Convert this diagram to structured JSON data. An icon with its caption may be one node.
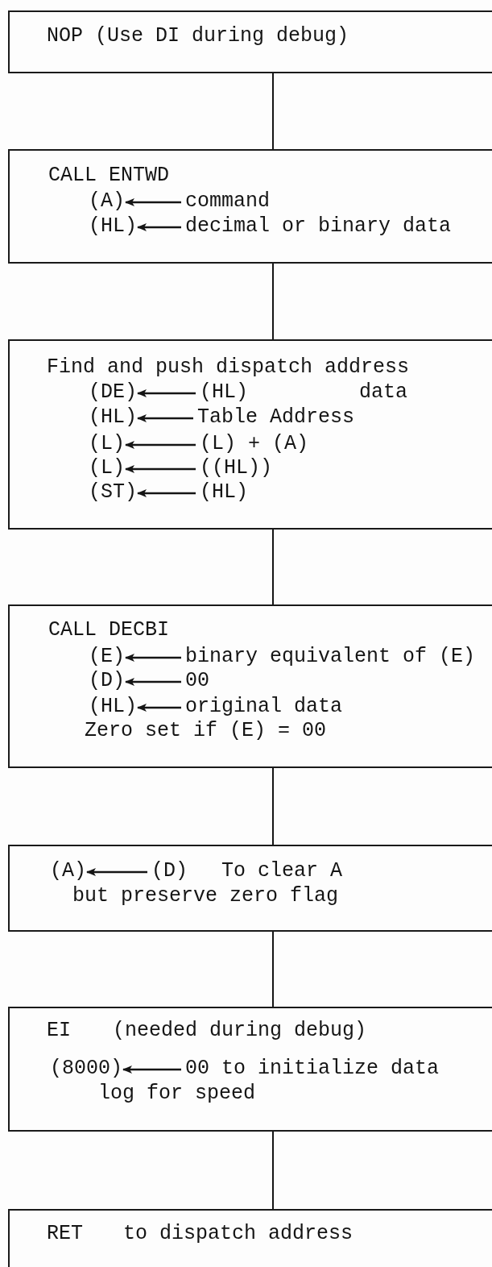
{
  "diagram": {
    "nodes": [
      {
        "text": [
          "NOP (Use DI during debug)"
        ]
      },
      {
        "text": [
          "CALL ENTWD"
        ]
      },
      {
        "text": [
          "(A)"
        ],
        "in": 1
      },
      {
        "text": [
          "command"
        ],
        "in": 1
      },
      {
        "text": [
          "(HL)"
        ],
        "in": 1
      },
      {
        "text": [
          "decimal or binary data"
        ],
        "in": 1
      },
      {
        "text": [
          "Find and push dispatch address",
          "data"
        ]
      },
      {
        "text": [
          "(DE)"
        ],
        "in": 6
      },
      {
        "text": [
          "(HL)"
        ],
        "in": 6
      },
      {
        "text": [
          "(HL)"
        ],
        "in": 6
      },
      {
        "text": [
          "Table Address"
        ],
        "in": 6
      },
      {
        "text": [
          "(L)"
        ],
        "in": 6
      },
      {
        "text": [
          "(L) + (A)"
        ],
        "in": 6
      },
      {
        "text": [
          "(L)"
        ],
        "in": 6
      },
      {
        "text": [
          "((HL))"
        ],
        "in": 6
      },
      {
        "text": [
          "(ST)"
        ],
        "in": 6
      },
      {
        "text": [
          "(HL)"
        ],
        "in": 6
      },
      {
        "text": [
          "CALL DECBI",
          "Zero set if (E) = 00"
        ]
      },
      {
        "text": [
          "(E)"
        ],
        "in": 17
      },
      {
        "text": [
          "binary equivalent of (E)"
        ],
        "in": 17
      },
      {
        "text": [
          "(D)"
        ],
        "in": 17
      },
      {
        "text": [
          "00"
        ],
        "in": 17
      },
      {
        "text": [
          "(HL)"
        ],
        "in": 17
      },
      {
        "text": [
          "original data"
        ],
        "in": 17
      },
      {
        "text": [
          "To clear A",
          "but preserve zero flag"
        ]
      },
      {
        "text": [
          "(A)"
        ],
        "in": 24
      },
      {
        "text": [
          "(D)"
        ],
        "in": 24
      },
      {
        "text": [
          "EI",
          "(needed during debug)",
          "log for speed"
        ]
      },
      {
        "text": [
          "(8000)"
        ],
        "in": 27
      },
      {
        "text": [
          "00 to initialize data"
        ],
        "in": 27
      },
      {
        "text": [
          "RET",
          "to dispatch address"
        ]
      }
    ],
    "edges": [
      {
        "from": 0,
        "to": 1,
        "arrow": "none"
      },
      {
        "from": 1,
        "to": 6,
        "arrow": "none"
      },
      {
        "from": 6,
        "to": 17,
        "arrow": "none"
      },
      {
        "from": 17,
        "to": 24,
        "arrow": "none"
      },
      {
        "from": 24,
        "to": 27,
        "arrow": "none"
      },
      {
        "from": 27,
        "to": 30,
        "arrow": "none"
      },
      {
        "from": 3,
        "to": 2,
        "arrow": "to"
      },
      {
        "from": 5,
        "to": 4,
        "arrow": "to"
      },
      {
        "from": 8,
        "to": 7,
        "arrow": "to"
      },
      {
        "from": 10,
        "to": 9,
        "arrow": "to"
      },
      {
        "from": 12,
        "to": 11,
        "arrow": "to"
      },
      {
        "from": 14,
        "to": 13,
        "arrow": "to"
      },
      {
        "from": 16,
        "to": 15,
        "arrow": "to"
      },
      {
        "from": 19,
        "to": 18,
        "arrow": "to"
      },
      {
        "from": 21,
        "to": 20,
        "arrow": "to"
      },
      {
        "from": 23,
        "to": 22,
        "arrow": "to"
      },
      {
        "from": 26,
        "to": 25,
        "arrow": "to"
      },
      {
        "from": 29,
        "to": 28,
        "arrow": "to"
      }
    ]
  }
}
